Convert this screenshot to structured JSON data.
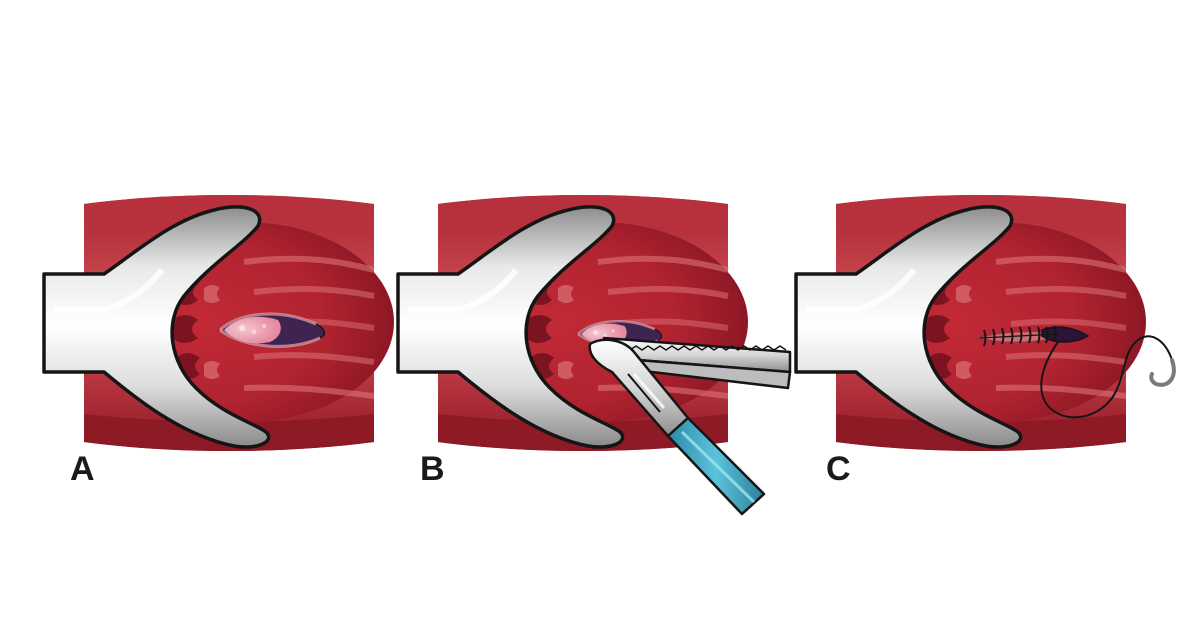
{
  "panels": [
    {
      "label": "A",
      "step": "exposed-lesion"
    },
    {
      "label": "B",
      "step": "excision-with-forceps-and-scalpel"
    },
    {
      "label": "C",
      "step": "suture-closure"
    }
  ],
  "colors": {
    "tissue_dark": "#9e1f2c",
    "tissue_mid": "#c1414a",
    "tissue_light": "#e6868b",
    "retractor_light": "#f4f4f4",
    "retractor_shadow": "#9c9c9c",
    "lesion_pink": "#f1a8b6",
    "lesion_purple": "#4b2a5c",
    "scalpel_handle": "#3aa4bf",
    "outline": "#151515"
  }
}
